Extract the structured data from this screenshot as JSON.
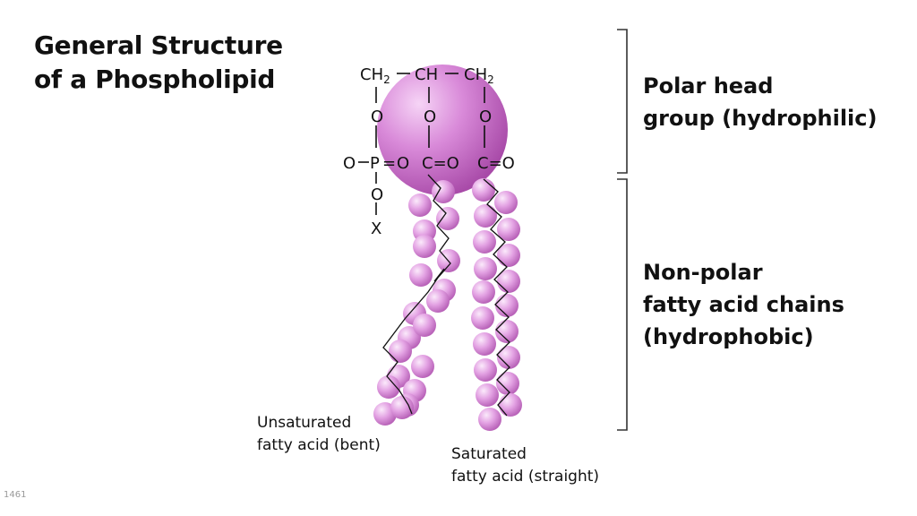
{
  "title": [
    "General Structure",
    "of a Phospholipid"
  ],
  "head_label": [
    "Polar head",
    "group (hydrophilic)"
  ],
  "tail_label": [
    "Non-polar",
    "fatty acid chains",
    "(hydrophobic)"
  ],
  "unsaturated_label": [
    "Unsaturated",
    "fatty acid (bent)"
  ],
  "saturated_label": [
    "Saturated",
    "fatty acid (straight)"
  ],
  "formula": {
    "ch2_left": "CH",
    "ch": "CH",
    "ch2_right": "CH",
    "subscript": "2",
    "oxygen": "O",
    "phosphorus": "P",
    "carbonyl": "C=O",
    "x_group": "X"
  },
  "watermark": "1461",
  "colors": {
    "head_light": "#f4ccf4",
    "head_mid": "#d77fd7",
    "head_dark": "#a943a9",
    "bead": "#e3a4e3",
    "text": "#111111"
  }
}
